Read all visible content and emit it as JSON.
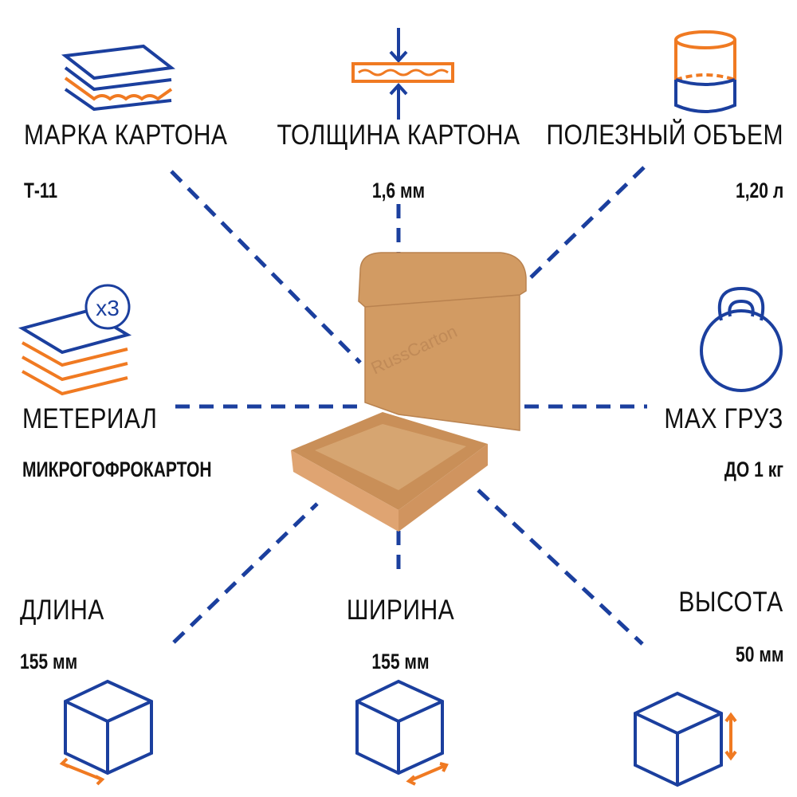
{
  "colors": {
    "blue": "#1b3f9e",
    "orange": "#f07a22",
    "kraft": "#d9a36c"
  },
  "specs": {
    "brand": {
      "label": "МАРКА КАРТОНА",
      "value": "Т-11"
    },
    "thickness": {
      "label": "ТОЛЩИНА КАРТОНА",
      "value": "1,6 мм"
    },
    "volume": {
      "label": "ПОЛЕЗНЫЙ ОБЪЕМ",
      "value": "1,20 л"
    },
    "material": {
      "label": "МЕТЕРИАЛ",
      "value": "МИКРОГОФРОКАРТОН",
      "badge": "x3"
    },
    "max_load": {
      "label": "MAX ГРУЗ",
      "value": "ДО 1 кг"
    },
    "length": {
      "label": "ДЛИНА",
      "value": "155 мм"
    },
    "width": {
      "label": "ШИРИНА",
      "value": "155 мм"
    },
    "height": {
      "label": "ВЫСОТА",
      "value": "50 мм"
    }
  },
  "watermark": "RussCarton"
}
